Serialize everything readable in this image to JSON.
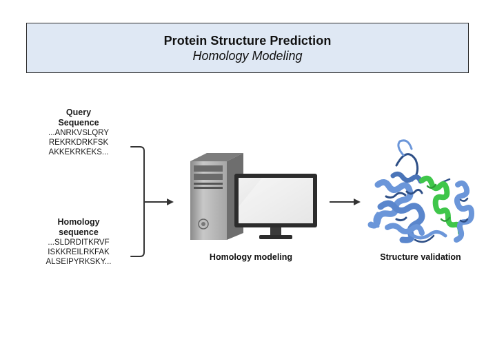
{
  "header": {
    "title": "Protein Structure Prediction",
    "subtitle": "Homology Modeling"
  },
  "query": {
    "title_line1": "Query",
    "title_line2": "Sequence",
    "lines": [
      "...ANRKVSLQRY",
      "REKRKDRKFSK",
      "AKKEKRKEKS..."
    ]
  },
  "homology": {
    "title_line1": "Homology",
    "title_line2": "sequence",
    "lines": [
      "...SLDRDITKRVF",
      "ISKKREILRKFAK",
      "ALSEIPYRKSKY..."
    ]
  },
  "steps": {
    "modeling_label": "Homology modeling",
    "validation_label": "Structure validation"
  },
  "colors": {
    "header_fill": "#dfe8f4",
    "protein_blue": "#6b96d9",
    "protein_dark": "#2e4f86",
    "protein_green": "#3fc64a"
  }
}
